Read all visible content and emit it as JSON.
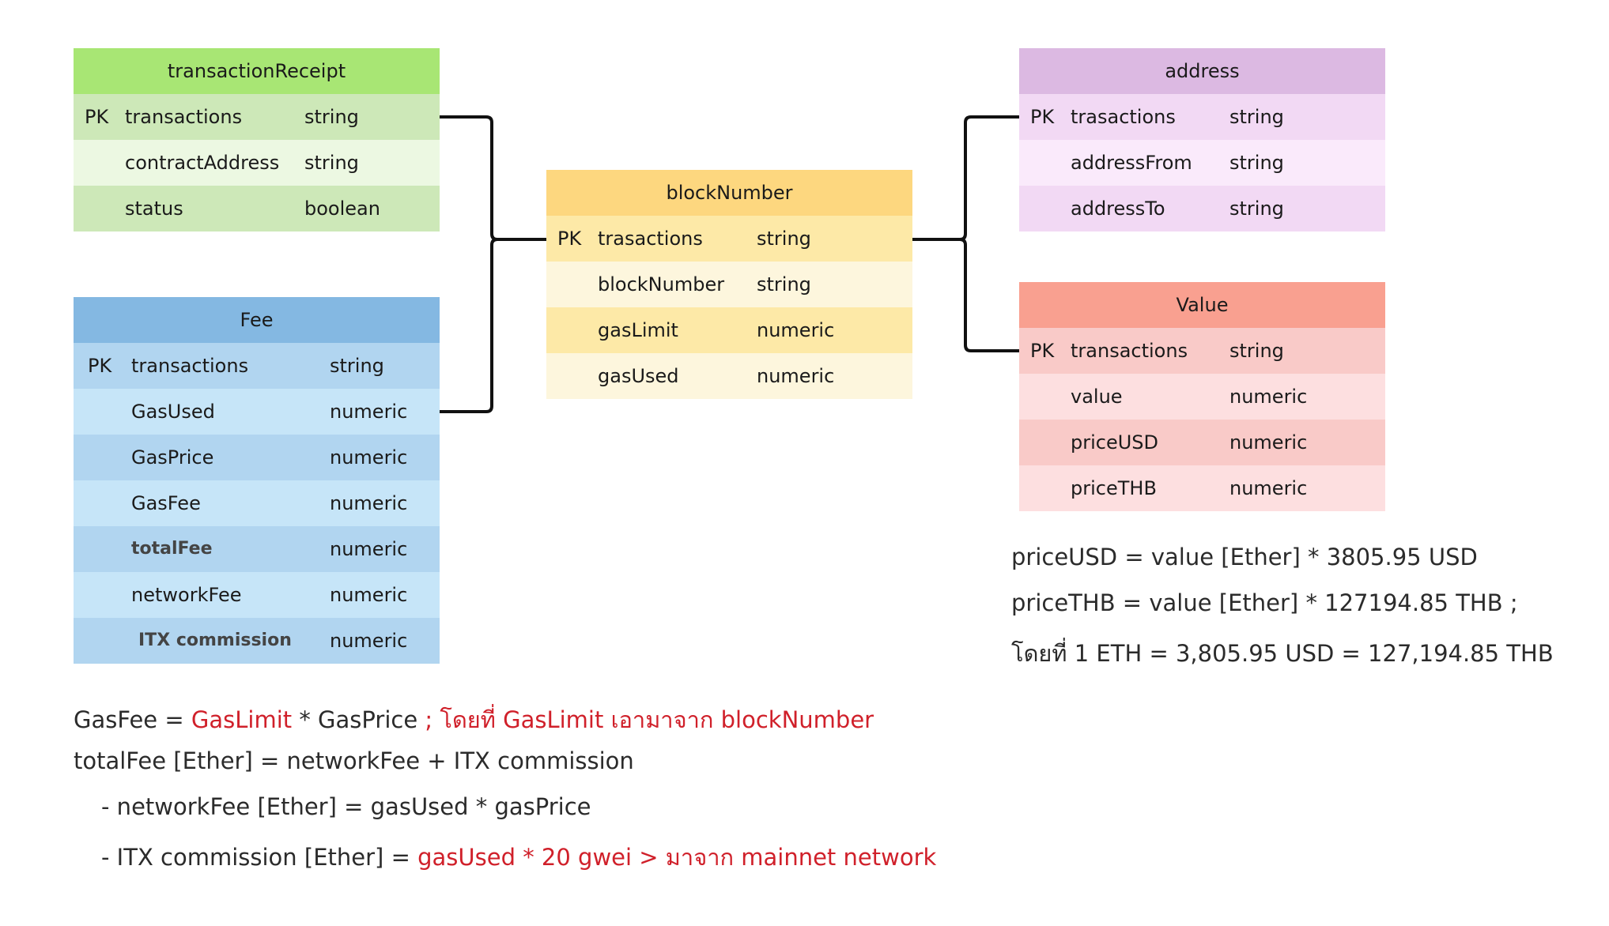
{
  "entities": {
    "transactionReceipt": {
      "title": "transactionReceipt",
      "colors": {
        "header": "#a8e674",
        "dark": "#cde8b8",
        "light": "#ecf8e2"
      },
      "rows": [
        {
          "pk": "PK",
          "name": "transactions",
          "type": "string"
        },
        {
          "pk": "",
          "name": "contractAddress",
          "type": "string"
        },
        {
          "pk": "",
          "name": "status",
          "type": "boolean"
        }
      ]
    },
    "fee": {
      "title": "Fee",
      "colors": {
        "header": "#84b8e2",
        "dark": "#b1d5f0",
        "light": "#c6e5f8"
      },
      "rows": [
        {
          "pk": "PK",
          "name": "transactions",
          "type": "string"
        },
        {
          "pk": "",
          "name": "GasUsed",
          "type": "numeric"
        },
        {
          "pk": "",
          "name": "GasPrice",
          "type": "numeric"
        },
        {
          "pk": "",
          "name": "GasFee",
          "type": "numeric"
        },
        {
          "pk": "",
          "name": "totalFee",
          "type": "numeric"
        },
        {
          "pk": "",
          "name": "networkFee",
          "type": "numeric"
        },
        {
          "pk": "",
          "name": "ITX commission",
          "type": "numeric"
        }
      ]
    },
    "blockNumber": {
      "title": "blockNumber",
      "colors": {
        "header": "#fdd77f",
        "dark": "#fde9a7",
        "light": "#fdf6dd"
      },
      "rows": [
        {
          "pk": "PK",
          "name": "trasactions",
          "type": "string"
        },
        {
          "pk": "",
          "name": "blockNumber",
          "type": "string"
        },
        {
          "pk": "",
          "name": "gasLimit",
          "type": "numeric"
        },
        {
          "pk": "",
          "name": "gasUsed",
          "type": "numeric"
        }
      ]
    },
    "address": {
      "title": "address",
      "colors": {
        "header": "#dcb9e2",
        "dark": "#f2d9f4",
        "light": "#faeafb"
      },
      "rows": [
        {
          "pk": "PK",
          "name": "trasactions",
          "type": "string"
        },
        {
          "pk": "",
          "name": "addressFrom",
          "type": "string"
        },
        {
          "pk": "",
          "name": "addressTo",
          "type": "string"
        }
      ]
    },
    "value": {
      "title": "Value",
      "colors": {
        "header": "#f9a090",
        "dark": "#f9cac8",
        "light": "#fddfe0"
      },
      "rows": [
        {
          "pk": "PK",
          "name": "transactions",
          "type": "string"
        },
        {
          "pk": "",
          "name": "value",
          "type": "numeric"
        },
        {
          "pk": "",
          "name": "priceUSD",
          "type": "numeric"
        },
        {
          "pk": "",
          "name": "priceTHB",
          "type": "numeric"
        }
      ]
    }
  },
  "notes": {
    "price_usd": "priceUSD = value [Ether]  * 3805.95 USD",
    "price_thb": "priceTHB = value [Ether] * 127194.85 THB ;",
    "rate": "โดยที่ 1 ETH = 3,805.95 USD = 127,194.85 THB",
    "gasfee_a": "GasFee = ",
    "gasfee_b": "GasLimit",
    "gasfee_c": " * GasPrice ",
    "gasfee_d": "; โดยที่ GasLimit เอามาจาก blockNumber",
    "totalfee": "totalFee [Ether] = networkFee + ITX commission",
    "networkfee": "- networkFee [Ether] = gasUsed * gasPrice",
    "itx_a": "- ITX commission [Ether] = ",
    "itx_b": "gasUsed * 20 gwei  > มาจาก mainnet network"
  },
  "colors": {
    "connector": "#111111",
    "highlight_red": "#d0202a"
  }
}
